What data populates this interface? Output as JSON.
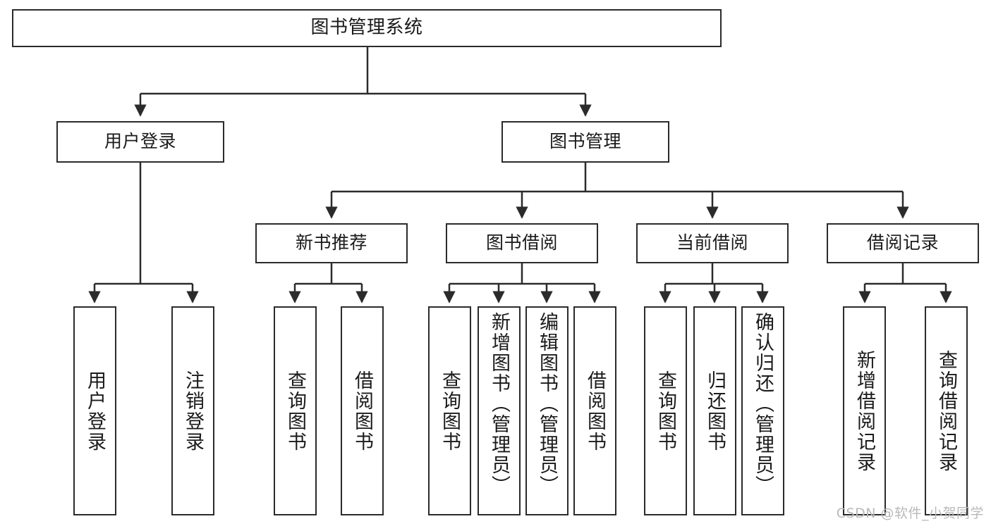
{
  "diagram": {
    "title": "图书管理系统",
    "type": "功能结构图",
    "watermark": "CSDN @软件_小贺同学",
    "colors": {
      "stroke": "#2b2b2b",
      "fill": "#ffffff",
      "text": "#1a1a1a",
      "watermark": "#b9b9b9"
    }
  },
  "nodes": {
    "root": {
      "label": "图书管理系统"
    },
    "level2": [
      {
        "id": "user-login",
        "label": "用户登录"
      },
      {
        "id": "book-manage",
        "label": "图书管理"
      }
    ],
    "level3": [
      {
        "id": "new-book-recommend",
        "label": "新书推荐"
      },
      {
        "id": "book-borrow",
        "label": "图书借阅"
      },
      {
        "id": "current-borrow",
        "label": "当前借阅"
      },
      {
        "id": "borrow-record",
        "label": "借阅记录"
      }
    ],
    "leaves": [
      {
        "id": "leaf-user-login",
        "label": "用户登录",
        "parent": "user-login"
      },
      {
        "id": "leaf-logout",
        "label": "注销登录",
        "parent": "user-login"
      },
      {
        "id": "leaf-query-book-1",
        "label": "查询图书",
        "parent": "new-book-recommend"
      },
      {
        "id": "leaf-borrow-book-1",
        "label": "借阅图书",
        "parent": "new-book-recommend"
      },
      {
        "id": "leaf-query-book-2",
        "label": "查询图书",
        "parent": "book-borrow"
      },
      {
        "id": "leaf-add-book",
        "label": "新增图书（管理员）",
        "parent": "book-borrow"
      },
      {
        "id": "leaf-edit-book",
        "label": "编辑图书（管理员）",
        "parent": "book-borrow"
      },
      {
        "id": "leaf-borrow-book-2",
        "label": "借阅图书",
        "parent": "book-borrow"
      },
      {
        "id": "leaf-query-book-3",
        "label": "查询图书",
        "parent": "current-borrow"
      },
      {
        "id": "leaf-return-book",
        "label": "归还图书",
        "parent": "current-borrow"
      },
      {
        "id": "leaf-confirm-return",
        "label": "确认归还（管理员）",
        "parent": "current-borrow"
      },
      {
        "id": "leaf-add-record",
        "label": "新增借阅记录",
        "parent": "borrow-record"
      },
      {
        "id": "leaf-query-record",
        "label": "查询借阅记录",
        "parent": "borrow-record"
      }
    ]
  }
}
